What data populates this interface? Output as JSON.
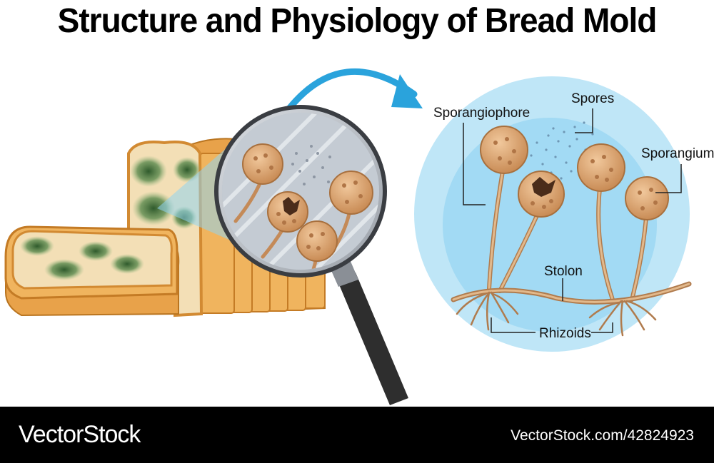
{
  "title": "Structure and Physiology of Bread Mold",
  "labels": {
    "sporangiophore": "Sporangiophore",
    "spores": "Spores",
    "sporangium": "Sporangium",
    "stolon": "Stolon",
    "rhizoids": "Rhizoids"
  },
  "footer": {
    "brand": "VectorStock",
    "credit": "VectorStock.com/42824923"
  },
  "colors": {
    "arrow": "#2aa3dc",
    "circle_bg": "#bfe6f7",
    "circle_inner": "#7fcbef",
    "fungus": "#d8a878",
    "bread_crust": "#e39a3a",
    "mold": "#3f6b3a"
  }
}
